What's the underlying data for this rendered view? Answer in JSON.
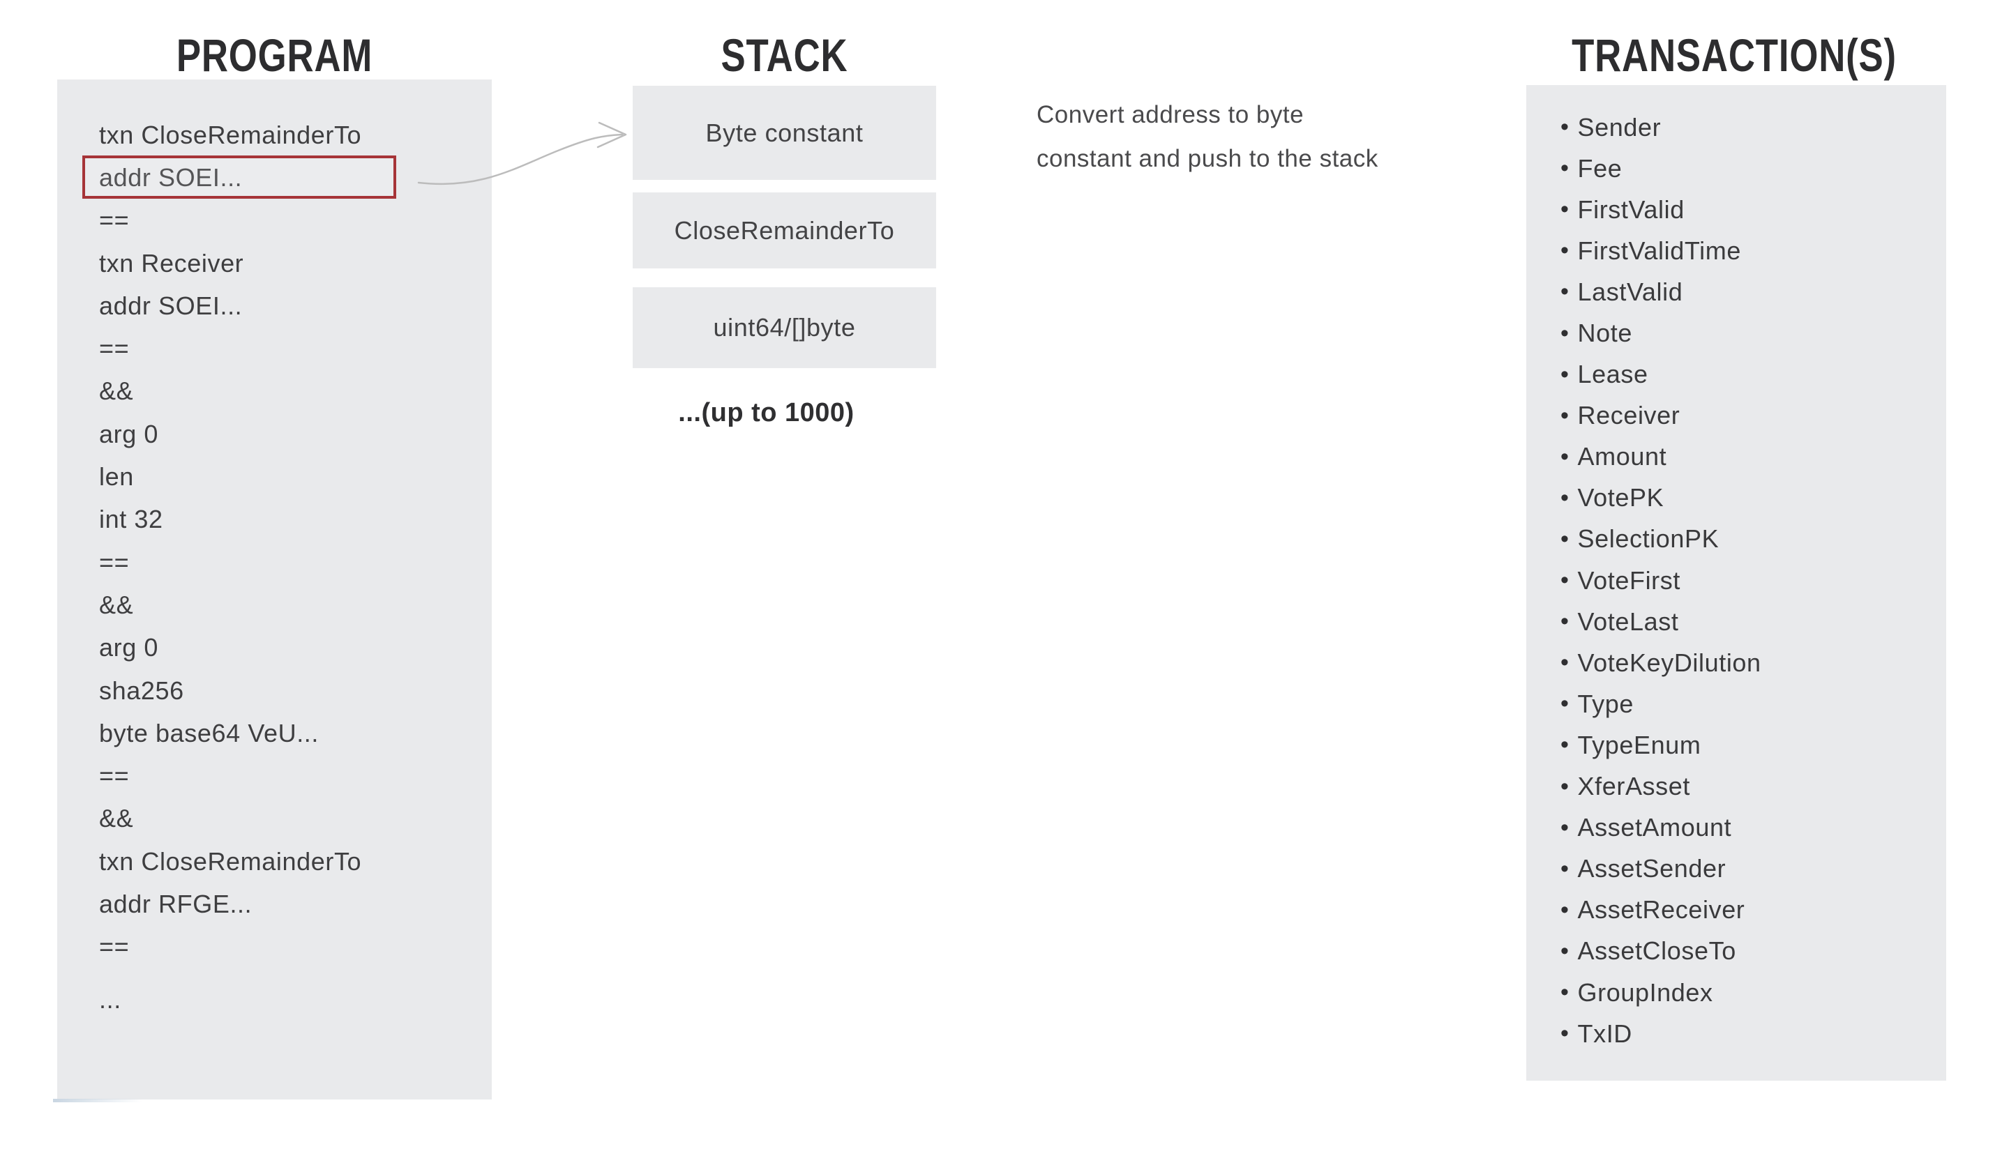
{
  "titles": {
    "program": "PROGRAM",
    "stack": "STACK",
    "transactions": "TRANSACTION(S)"
  },
  "program": {
    "lines": [
      "txn CloseRemainderTo",
      "addr SOEI...",
      "==",
      "txn Receiver",
      "addr SOEI...",
      "==",
      "&&",
      "arg 0",
      "len",
      "int 32",
      "==",
      "&&",
      "arg 0",
      "sha256",
      "byte base64 VeU...",
      "==",
      "&&",
      "txn CloseRemainderTo",
      "addr RFGE...",
      "==",
      "..."
    ],
    "highlighted_line": "addr SOEI..."
  },
  "stack": {
    "boxes": [
      "Byte constant",
      "CloseRemainderTo",
      "uint64/[]byte"
    ],
    "note": "...(up to 1000)"
  },
  "annotation": {
    "line1": "Convert address to byte",
    "line2": "constant and push to the stack"
  },
  "transactions": {
    "bullet": "•",
    "fields": [
      "Sender",
      "Fee",
      "FirstValid",
      "FirstValidTime",
      "LastValid",
      "Note",
      "Lease",
      "Receiver",
      "Amount",
      "VotePK",
      "SelectionPK",
      "VoteFirst",
      "VoteLast",
      "VoteKeyDilution",
      "Type",
      "TypeEnum",
      "XferAsset",
      "AssetAmount",
      "AssetSender",
      "AssetReceiver",
      "AssetCloseTo",
      "GroupIndex",
      "TxID"
    ]
  },
  "colors": {
    "panel_bg": "#e9eaec",
    "title_text": "#2d2d2f",
    "body_text": "#3e3e40",
    "highlight_border": "#a63438",
    "arrow": "#bcbcbc",
    "accent_blue_line": "#c9d6e2"
  }
}
